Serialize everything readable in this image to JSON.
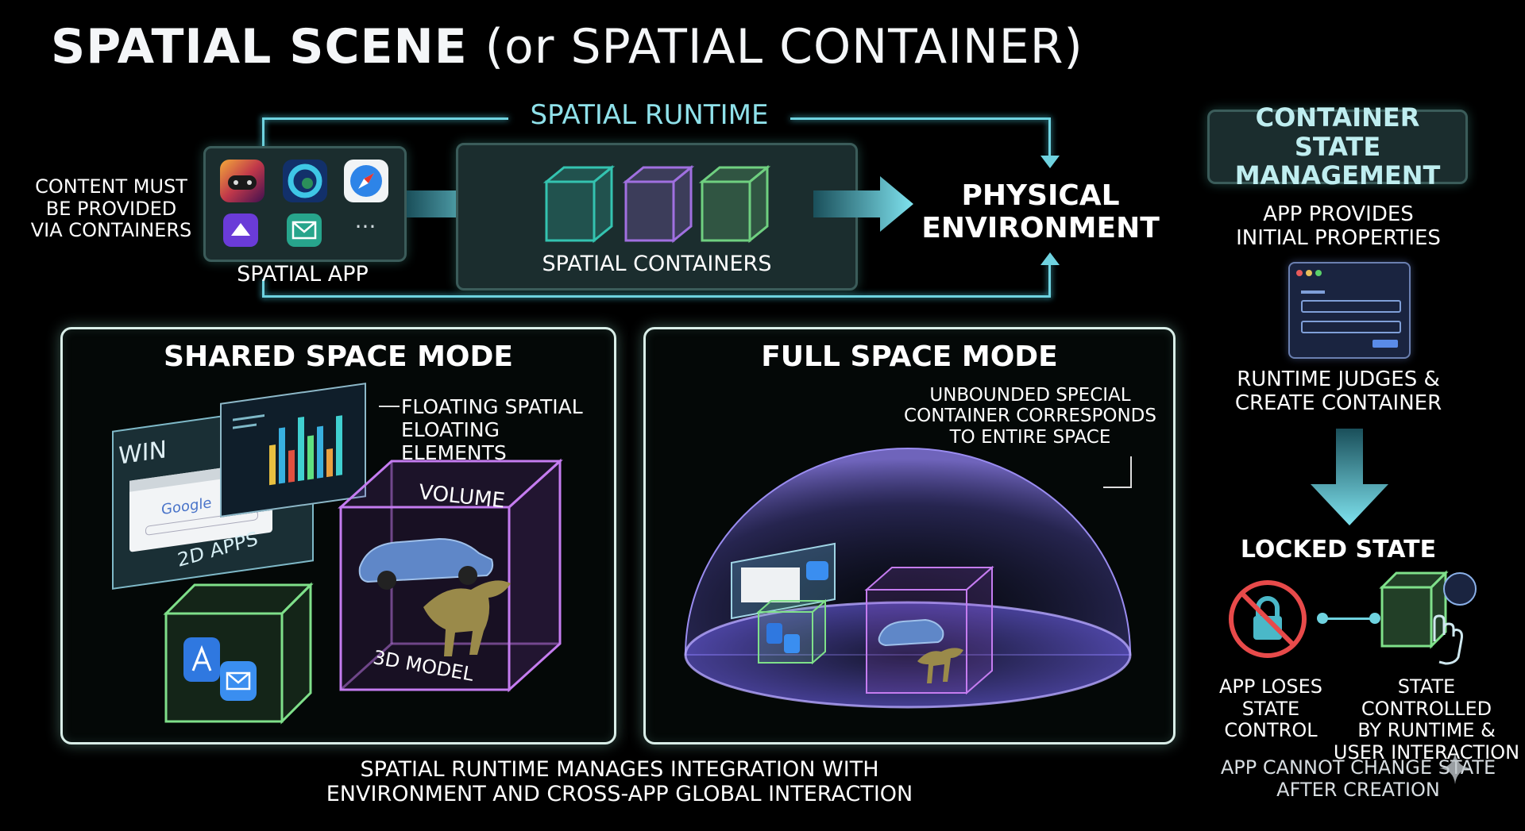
{
  "title": {
    "main": "SPATIAL SCENE",
    "paren": "(or SPATIAL CONTAINER)"
  },
  "runtime": {
    "label": "SPATIAL RUNTIME",
    "left_note": [
      "CONTENT MUST",
      "BE PROVIDED",
      "VIA CONTAINERS"
    ],
    "app_label": "SPATIAL APP",
    "app_more": "···",
    "containers_label": "SPATIAL CONTAINERS",
    "env_label": [
      "PHYSICAL",
      "ENVIRONMENT"
    ]
  },
  "shared": {
    "title": "SHARED SPACE MODE",
    "floating_note": [
      "FLOATING SPATIAL",
      "ELOATING ELEMENTS"
    ],
    "win_label": "WIN",
    "google": "Google",
    "apps_label": "2D APPS",
    "volume_label": "VOLUME",
    "model_label": "3D MODEL"
  },
  "full": {
    "title": "FULL SPACE MODE",
    "note": [
      "UNBOUNDED SPECIAL",
      "CONTAINER CORRESPONDS",
      "TO ENTIRE SPACE"
    ]
  },
  "footer": [
    "SPATIAL RUNTIME MANAGES INTEGRATION WITH",
    "ENVIRONMENT AND CROSS-APP GLOBAL INTERACTION"
  ],
  "state": {
    "title": [
      "CONTAINER STATE",
      "MANAGEMENT"
    ],
    "step1": [
      "APP PROVIDES",
      "INITIAL PROPERTIES"
    ],
    "step2": [
      "RUNTIME JUDGES &",
      "CREATE CONTAINER"
    ],
    "locked": "LOCKED STATE",
    "left": [
      "APP LOSES",
      "STATE",
      "CONTROL"
    ],
    "right": [
      "STATE CONTROLLED",
      "BY RUNTIME &",
      "USER INTERACTION"
    ],
    "bottom": [
      "APP CANNOT CHANGE STATE",
      "AFTER CREATION"
    ]
  },
  "colors": {
    "cyan": "#6fd3e0",
    "teal": "#34c3b0",
    "purple": "#a070e0",
    "green": "#6fd080",
    "red": "#e84a4a",
    "dome": "#6a5fd0"
  },
  "icons": [
    "gamepad-icon",
    "edge-icon",
    "safari-icon",
    "arcade-icon",
    "mail-icon",
    "lock-icon",
    "hand-icon"
  ]
}
